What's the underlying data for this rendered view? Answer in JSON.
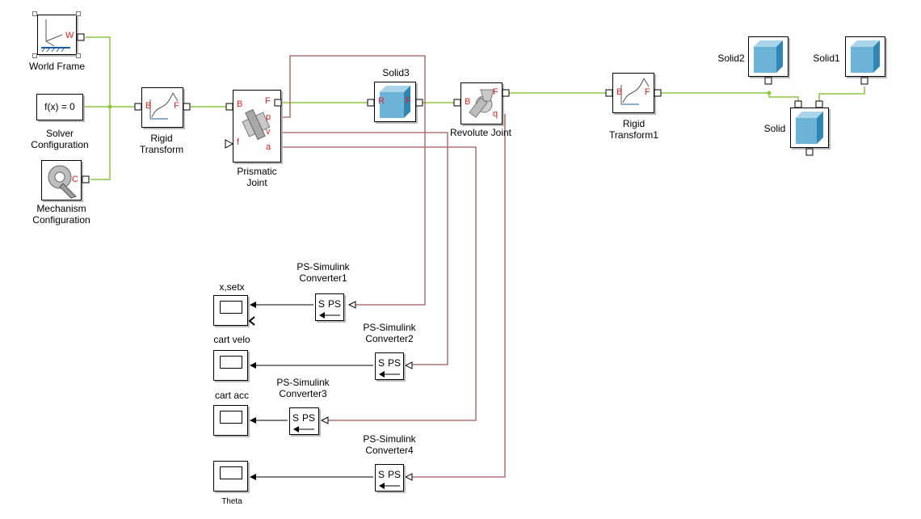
{
  "blocks": {
    "world_frame": {
      "label": "World Frame",
      "port": "W"
    },
    "solver": {
      "text": "f(x) = 0",
      "label": "Solver\nConfiguration"
    },
    "mechanism": {
      "label": "Mechanism\nConfiguration",
      "port": "C"
    },
    "rigid_transform": {
      "label": "Rigid\nTransform",
      "port_in": "B",
      "port_out": "F"
    },
    "prismatic": {
      "label": "Prismatic\nJoint",
      "port_in": "B",
      "port_out": "F",
      "out_p": "p",
      "out_v": "v",
      "out_a": "a",
      "in_f": "f"
    },
    "solid3": {
      "label": "Solid3",
      "port_in": "R",
      "port_out": "F"
    },
    "revolute": {
      "label": "Revolute Joint",
      "port_in": "B",
      "port_out": "F",
      "out_q": "q"
    },
    "rigid_transform1": {
      "label": "Rigid\nTransform1",
      "port_in": "B",
      "port_out": "F"
    },
    "solid2": {
      "label": "Solid2"
    },
    "solid1": {
      "label": "Solid1"
    },
    "solid": {
      "label": "Solid"
    },
    "ps1": {
      "label": "PS-Simulink\nConverter1",
      "text_s": "S",
      "text_ps": "PS"
    },
    "ps2": {
      "label": "PS-Simulink\nConverter2",
      "text_s": "S",
      "text_ps": "PS"
    },
    "ps3": {
      "label": "PS-Simulink\nConverter3",
      "text_s": "S",
      "text_ps": "PS"
    },
    "ps4": {
      "label": "PS-Simulink\nConverter4",
      "text_s": "S",
      "text_ps": "PS"
    },
    "scope1": {
      "label": "x,setx",
      "label_below": "cart velo"
    },
    "scope2": {
      "label": "cart acc"
    },
    "scope3": {
      "label": ""
    },
    "scope4": {
      "label": "Theta"
    }
  },
  "colors": {
    "mech_line": "#8dc63f",
    "ps_line": "#a05a5a",
    "signal_line": "#000000",
    "port_text": "#e02020",
    "solid_blue": "#2f86b5"
  }
}
